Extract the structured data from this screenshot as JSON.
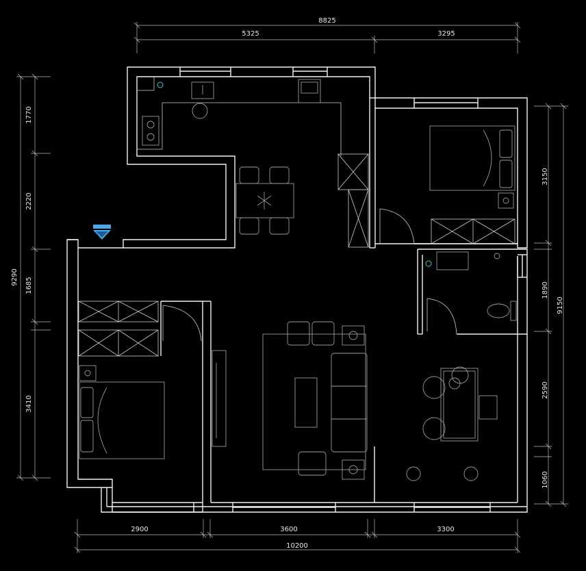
{
  "dimensions": {
    "top_total": "8825",
    "top_left": "5325",
    "top_right": "3295",
    "bottom_left": "2900",
    "bottom_mid": "3600",
    "bottom_right": "3300",
    "bottom_total": "10200",
    "left_1": "1770",
    "left_2": "2220",
    "left_3": "1685",
    "left_4": "3410",
    "left_total": "9290",
    "right_1": "3150",
    "right_2": "1890",
    "right_3": "2590",
    "right_4": "1060",
    "right_total": "9150"
  },
  "colors": {
    "background": "#000000",
    "wall": "#f2f2f2",
    "furniture": "#9a9a9a",
    "entry_arrow": "#4aa8e8",
    "fixture_accent": "#36c9e0"
  },
  "icons": [
    "entry-arrow-icon",
    "stove-icon",
    "sink-icon",
    "toilet-icon",
    "bed-icon",
    "sofa-icon",
    "plant-icon"
  ]
}
